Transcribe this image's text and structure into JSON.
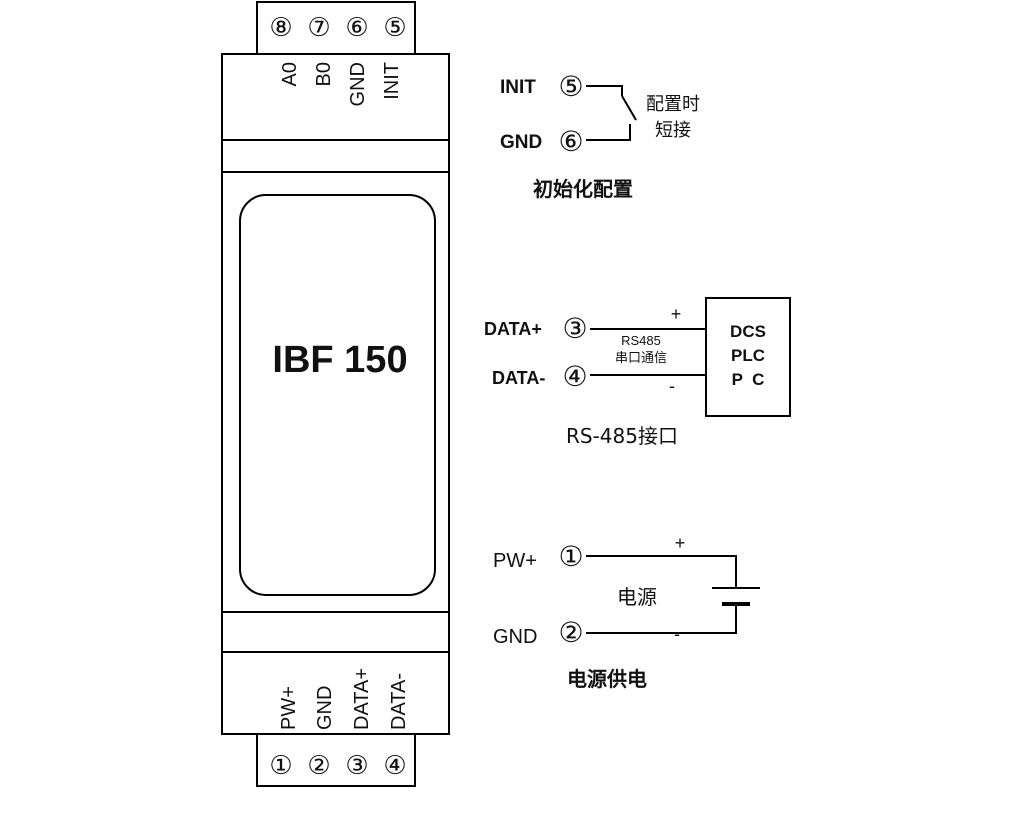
{
  "module": {
    "model": "IBF 150",
    "top_terminals": [
      {
        "num": "⑧",
        "label": "A0"
      },
      {
        "num": "⑦",
        "label": "B0"
      },
      {
        "num": "⑥",
        "label": "GND"
      },
      {
        "num": "⑤",
        "label": "INIT"
      }
    ],
    "bottom_terminals": [
      {
        "num": "①",
        "label": "PW+"
      },
      {
        "num": "②",
        "label": "GND"
      },
      {
        "num": "③",
        "label": "DATA+"
      },
      {
        "num": "④",
        "label": "DATA-"
      }
    ]
  },
  "init_config": {
    "pins": [
      {
        "label": "INIT",
        "num": "⑤"
      },
      {
        "label": "GND",
        "num": "⑥"
      }
    ],
    "switch_note": [
      "配置时",
      "短接"
    ],
    "caption": "初始化配置"
  },
  "rs485": {
    "pins": [
      {
        "label": "DATA+",
        "num": "③",
        "sign": "+"
      },
      {
        "label": "DATA-",
        "num": "④",
        "sign": "-"
      }
    ],
    "wire_note": [
      "RS485",
      "串口通信"
    ],
    "device": [
      "DCS",
      "PLC",
      "P  C"
    ],
    "caption": "RS-485接口"
  },
  "power": {
    "pins": [
      {
        "label": "PW+",
        "num": "①",
        "sign": "+"
      },
      {
        "label": "GND",
        "num": "②",
        "sign": "-"
      }
    ],
    "source_label": "电源",
    "caption": "电源供电"
  }
}
